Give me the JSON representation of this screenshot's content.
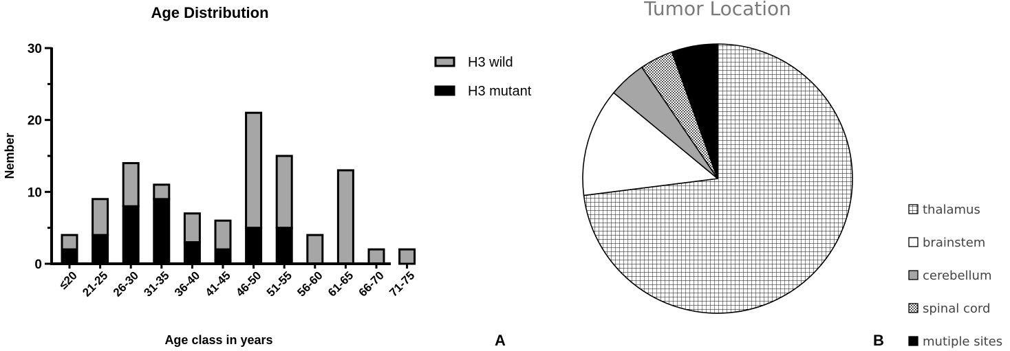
{
  "panel_labels": {
    "a": "A",
    "b": "B"
  },
  "chart_data": [
    {
      "type": "bar",
      "stacked": true,
      "title": "Age Distribution",
      "xlabel": "Age class in years",
      "ylabel": "Nember",
      "ylim": [
        0,
        30
      ],
      "yticks": [
        "0",
        "10",
        "20",
        "30"
      ],
      "grid": false,
      "legend_position": "right",
      "categories": [
        "≤20",
        "21-25",
        "26-30",
        "31-35",
        "36-40",
        "41-45",
        "46-50",
        "51-55",
        "56-60",
        "61-65",
        "66-70",
        "71-75"
      ],
      "series": [
        {
          "name": "H3 mutant",
          "color": "#000000",
          "values": [
            2,
            4,
            8,
            9,
            3,
            2,
            5,
            5,
            0,
            0,
            0,
            0
          ]
        },
        {
          "name": "H3 wild",
          "color": "#a6a6a6",
          "values": [
            2,
            5,
            6,
            2,
            4,
            4,
            16,
            10,
            4,
            13,
            2,
            2
          ]
        }
      ],
      "legend_order": [
        "H3 wild",
        "H3 mutant"
      ]
    },
    {
      "type": "pie",
      "title": "Tumor Location",
      "legend_position": "bottom-right",
      "slices": [
        {
          "label": "thalamus",
          "pattern": "grid",
          "value": 73
        },
        {
          "label": "brainstem",
          "pattern": "white",
          "value": 13
        },
        {
          "label": "cerebellum",
          "pattern": "gray",
          "value": 4.5
        },
        {
          "label": "spinal cord",
          "pattern": "dots",
          "value": 4
        },
        {
          "label": "mutiple sites",
          "pattern": "black",
          "value": 5.5
        }
      ]
    }
  ]
}
